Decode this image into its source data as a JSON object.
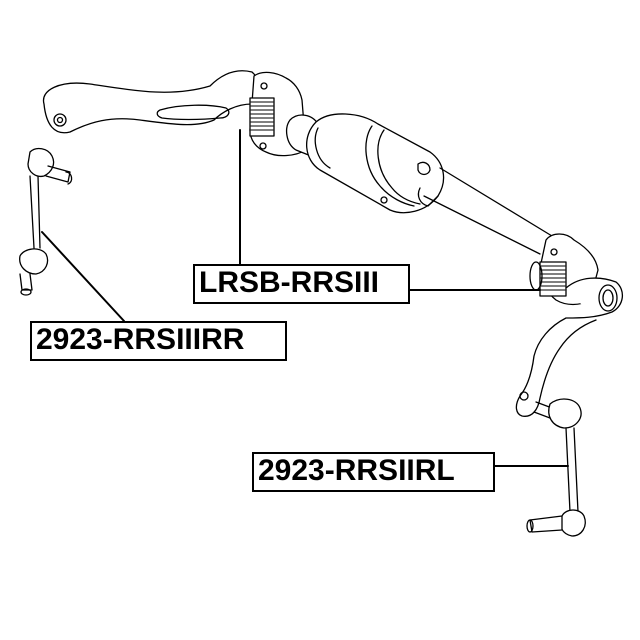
{
  "diagram": {
    "type": "exploded parts diagram",
    "subject": "rear stabilizer bar assembly with bushings and end links",
    "background_color": "#ffffff",
    "line_color": "#000000"
  },
  "labels": [
    {
      "id": "bushing",
      "text": "LRSB-RRSIII",
      "points_to": "stabilizer bar bushings (both sides)"
    },
    {
      "id": "link_right",
      "text": "2923-RRSIIIRR",
      "points_to": "left-side stabilizer end link"
    },
    {
      "id": "link_left",
      "text": "2923-RRSIIRL",
      "points_to": "right-side stabilizer end link"
    }
  ]
}
